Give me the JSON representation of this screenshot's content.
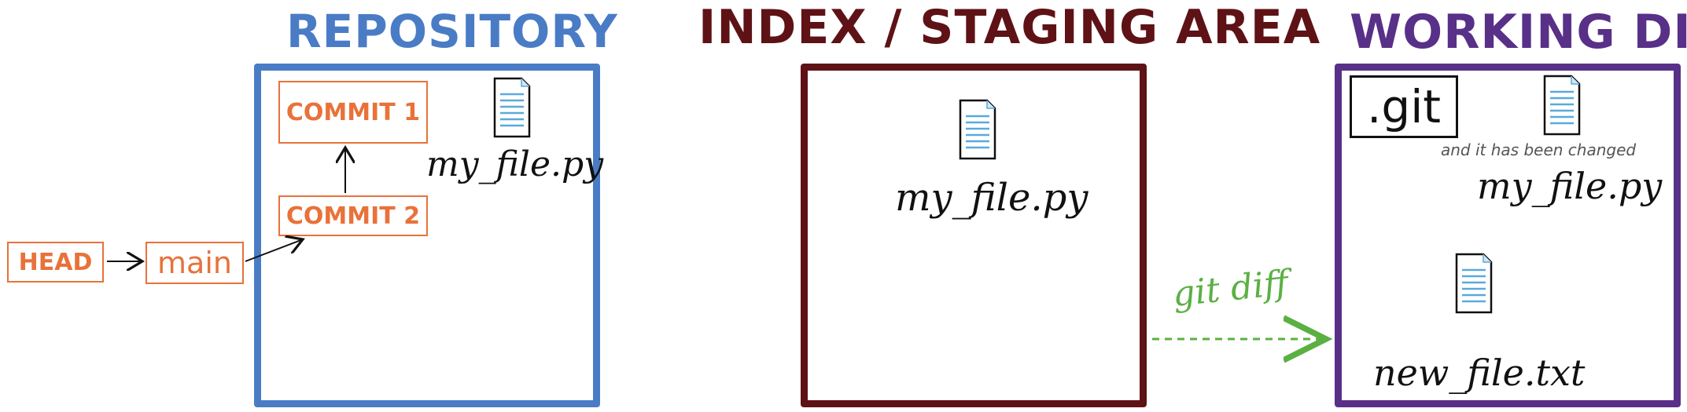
{
  "colors": {
    "repository": "#4a7cc6",
    "staging": "#5e1216",
    "working": "#583088",
    "commit": "#e8723a",
    "diff": "#5bb043",
    "file_line": "#5aa9dc"
  },
  "sections": {
    "repository": {
      "title": "REPOSITORY"
    },
    "staging": {
      "title": "INDEX / STAGING AREA"
    },
    "working": {
      "title": "WORKING DIR"
    }
  },
  "refs": {
    "head": "HEAD",
    "branch": "main",
    "commit1": "COMMIT 1",
    "commit2": "COMMIT 2"
  },
  "files": {
    "repo_file": "my_file.py",
    "staged_file": "my_file.py",
    "working_file": "my_file.py",
    "new_file": "new_file.txt"
  },
  "working": {
    "git_folder": ".git",
    "changed_note": "and it has been changed"
  },
  "diff_label": "git diff",
  "icons": [
    "file-icon",
    "arrow-icon"
  ]
}
